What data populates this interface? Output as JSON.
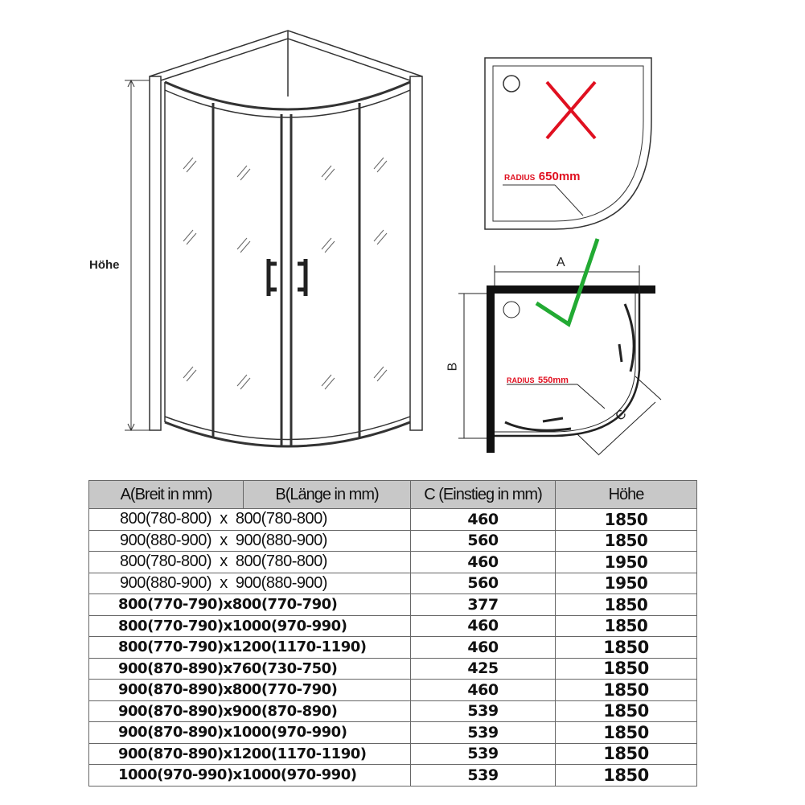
{
  "diagram": {
    "height_label": "Höhe",
    "tray_wrong": {
      "radius_label": "RADIUS",
      "radius_value": "650mm",
      "mark": "cross",
      "mark_color": "#e01020"
    },
    "tray_right": {
      "radius_label": "RADIUS",
      "radius_value": "550mm",
      "mark": "check",
      "mark_color": "#22aa33",
      "dim_a": "A",
      "dim_b": "B",
      "dim_c": "C"
    }
  },
  "table": {
    "headers": [
      "A(Breit in mm)",
      "B(Länge in mm)",
      "C (Einstieg in mm)",
      "Höhe"
    ],
    "rows": [
      {
        "ab": "800(780-800)  x  800(780-800)",
        "c": "460",
        "h": "1850"
      },
      {
        "ab": "900(880-900)  x  900(880-900)",
        "c": "560",
        "h": "1850"
      },
      {
        "ab": "800(780-800)  x  800(780-800)",
        "c": "460",
        "h": "1950"
      },
      {
        "ab": "900(880-900)  x  900(880-900)",
        "c": "560",
        "h": "1950"
      },
      {
        "ab": "800(770-790)x800(770-790)",
        "c": "377",
        "h": "1850"
      },
      {
        "ab": "800(770-790)x1000(970-990)",
        "c": "460",
        "h": "1850"
      },
      {
        "ab": "800(770-790)x1200(1170-1190)",
        "c": "460",
        "h": "1850"
      },
      {
        "ab": "900(870-890)x760(730-750)",
        "c": "425",
        "h": "1850"
      },
      {
        "ab": "900(870-890)x800(770-790)",
        "c": "460",
        "h": "1850"
      },
      {
        "ab": "900(870-890)x900(870-890)",
        "c": "539",
        "h": "1850"
      },
      {
        "ab": "900(870-890)x1000(970-990)",
        "c": "539",
        "h": "1850"
      },
      {
        "ab": "900(870-890)x1200(1170-1190)",
        "c": "539",
        "h": "1850"
      },
      {
        "ab": "1000(970-990)x1000(970-990)",
        "c": "539",
        "h": "1850"
      }
    ]
  }
}
